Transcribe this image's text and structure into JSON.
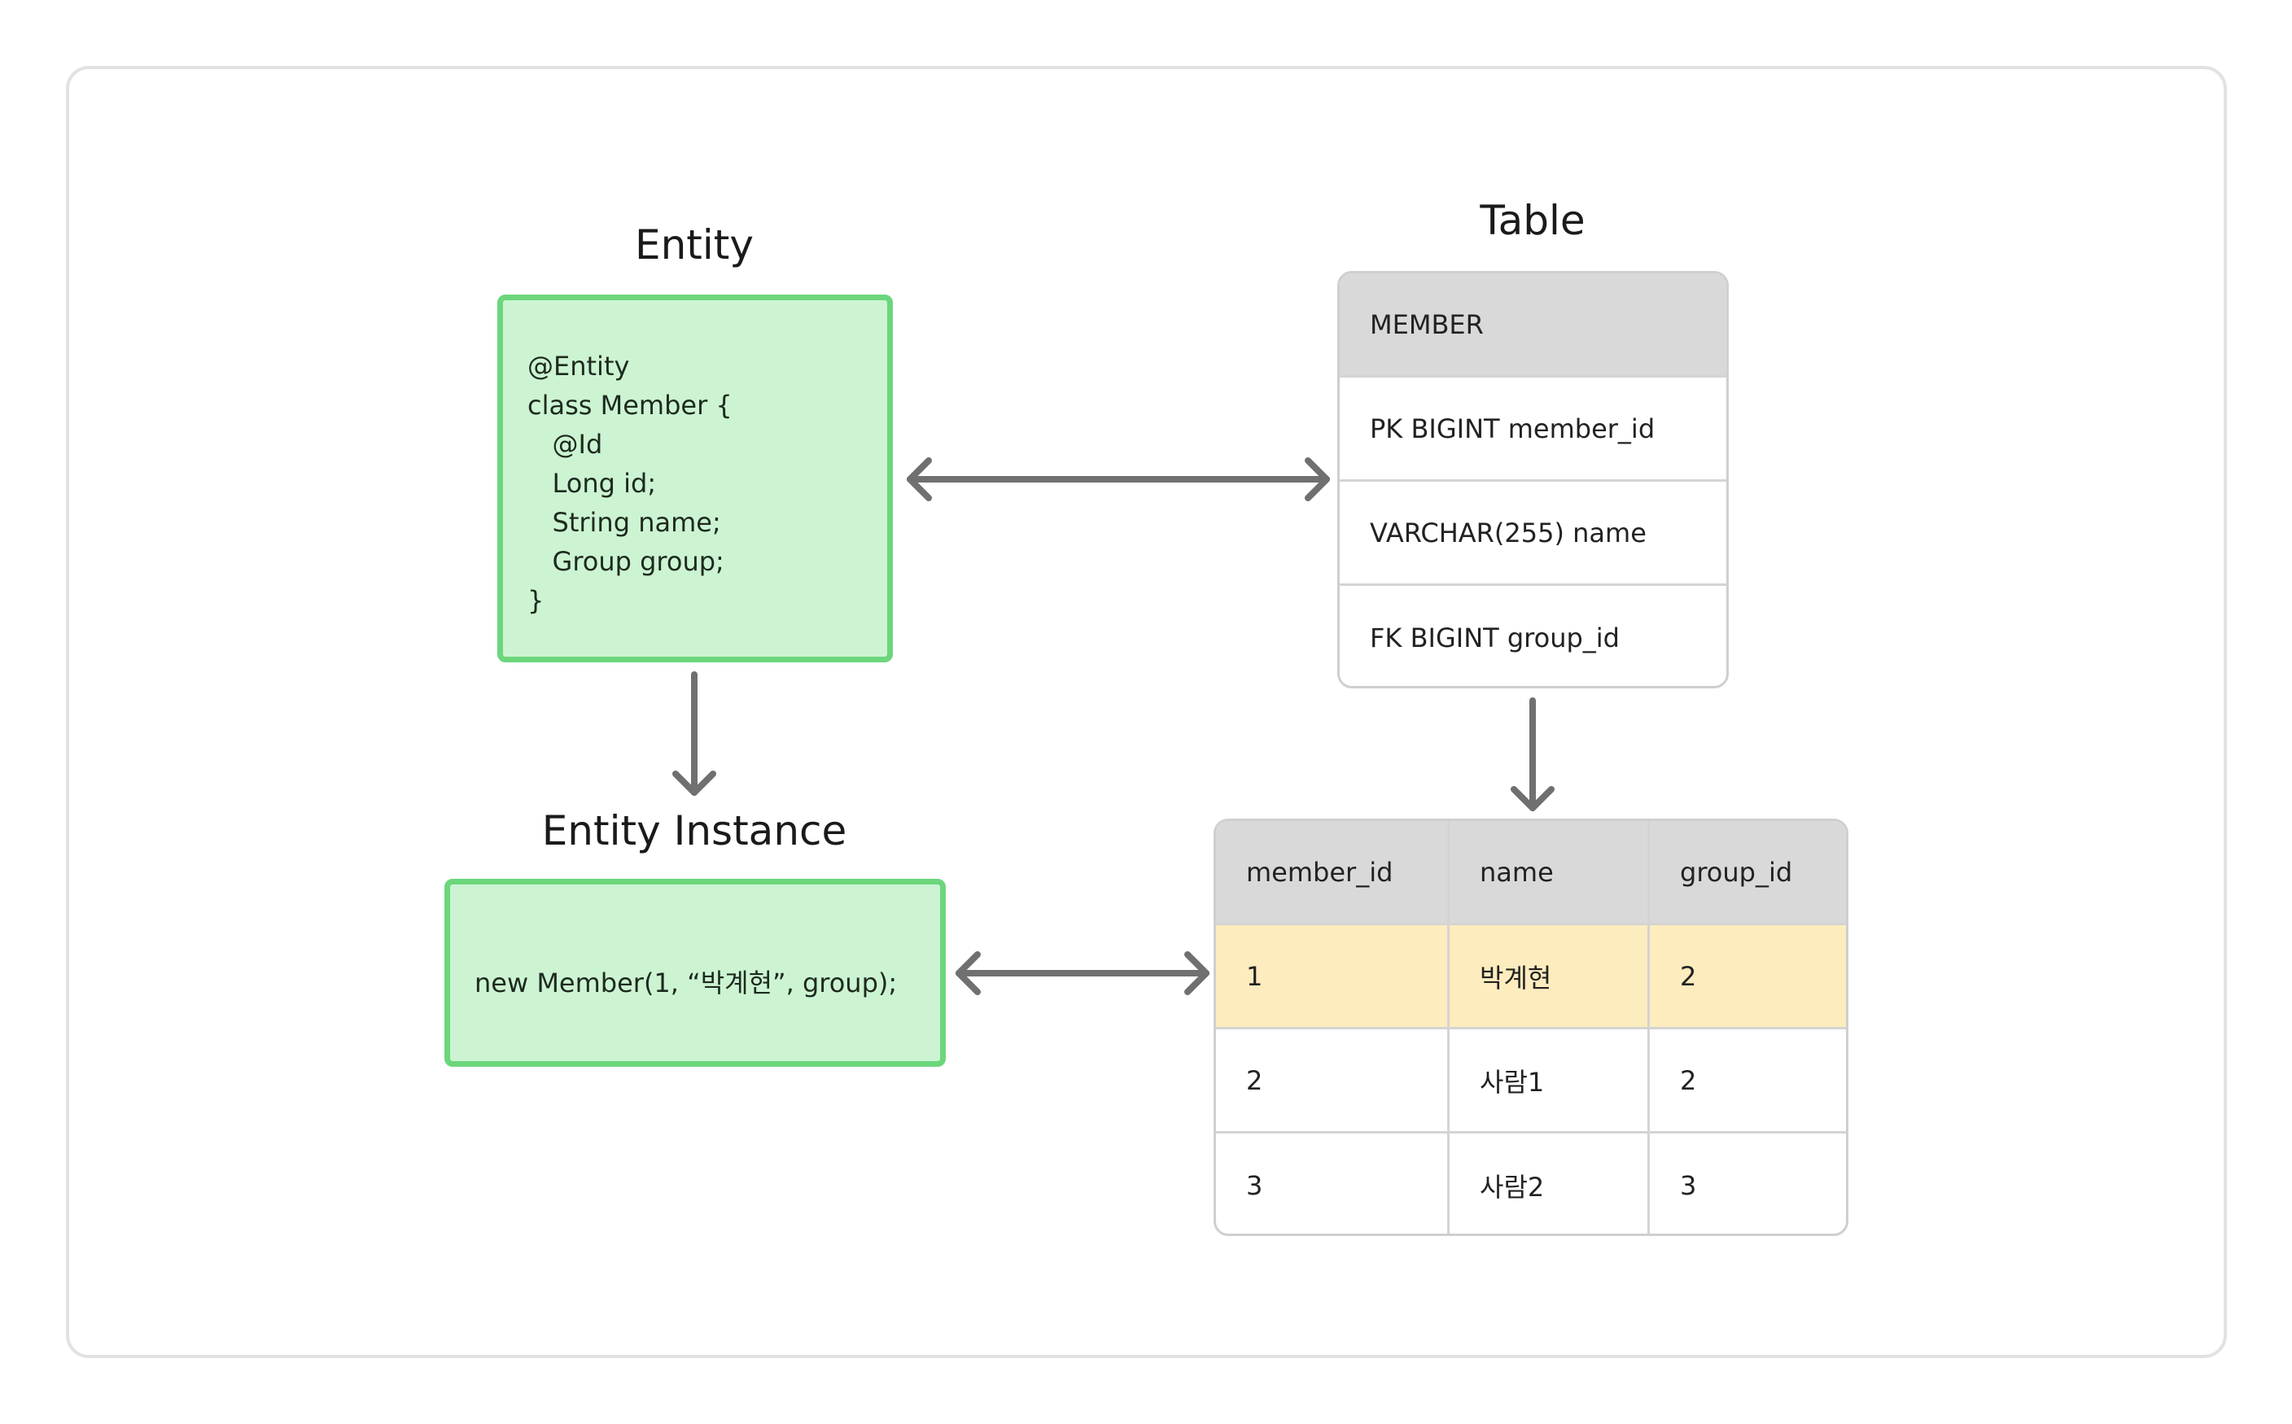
{
  "headings": {
    "entity": "Entity",
    "table": "Table",
    "instance": "Entity Instance"
  },
  "entity_code": [
    "@Entity",
    "class Member {",
    "   @Id",
    "   Long id;",
    "   String name;",
    "   Group group;",
    "}"
  ],
  "instance_code": "new Member(1, “박계현”, group);",
  "schema": {
    "name": "MEMBER",
    "columns": [
      "PK BIGINT member_id",
      "VARCHAR(255) name",
      "FK BIGINT group_id"
    ]
  },
  "rows_table": {
    "headers": [
      "member_id",
      "name",
      "group_id"
    ],
    "rows": [
      [
        "1",
        "박계현",
        "2"
      ],
      [
        "2",
        "사람1",
        "2"
      ],
      [
        "3",
        "사람2",
        "3"
      ]
    ],
    "highlighted_row": 0
  },
  "colors": {
    "entity_fill": "#ccf4d3",
    "entity_border": "#6cd67c",
    "header_fill": "#d9d9d9",
    "highlight_fill": "#fdecbe",
    "arrow": "#707070"
  }
}
